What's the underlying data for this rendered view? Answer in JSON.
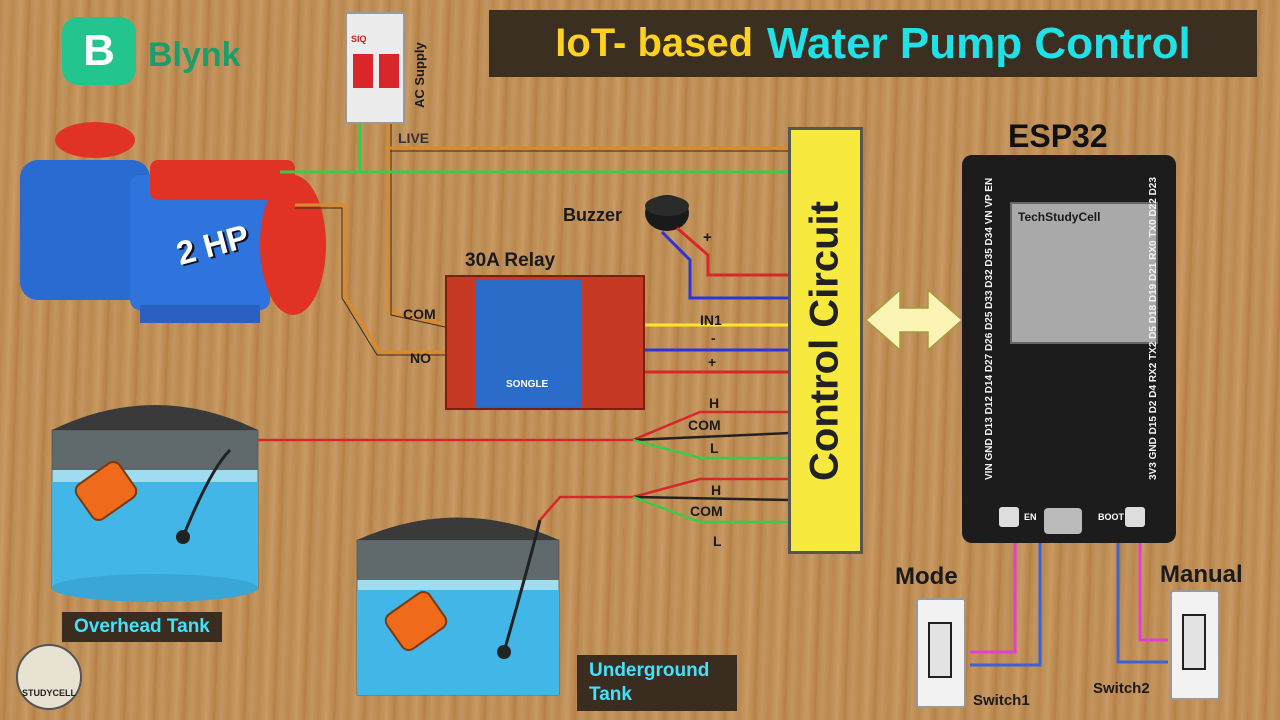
{
  "brand": {
    "logo_letter": "B",
    "name": "Blynk"
  },
  "title": {
    "part1": "IoT- based",
    "part2": "Water Pump Control"
  },
  "mcb": {
    "label": "AC Supply",
    "brand": "SIQ"
  },
  "pump": {
    "rating": "2 HP"
  },
  "relay": {
    "label": "30A Relay",
    "com": "COM",
    "no": "NO",
    "brand": "SONGLE"
  },
  "buzzer": {
    "label": "Buzzer",
    "plus": "+"
  },
  "wire_labels": {
    "live": "LIVE",
    "in1": "IN1",
    "minus": "-",
    "plus": "+"
  },
  "control": {
    "label": "Control Circuit"
  },
  "float_overhead": {
    "h": "H",
    "com": "COM",
    "l": "L"
  },
  "float_underground": {
    "h": "H",
    "com": "COM",
    "l": "L"
  },
  "esp32": {
    "title": "ESP32",
    "module_brand": "TechStudyCell",
    "en": "EN",
    "boot": "BOOT",
    "pins_left": "VIN GND D13 D12 D14 D27 D26 D25 D33 D32 D35 D34 VN VP EN",
    "pins_right": "3V3 GND D15 D2 D4 RX2 TX2 D5 D18 D19 D21 RX0 TX0 D22 D23"
  },
  "tanks": {
    "overhead": "Overhead Tank",
    "underground": "Underground Tank"
  },
  "switches": {
    "mode_title": "Mode",
    "manual_title": "Manual",
    "switch1": "Switch1",
    "switch2": "Switch2"
  },
  "logo": {
    "text": "STUDYCELL"
  },
  "colors": {
    "blynk": "#23c48e",
    "title_yellow": "#ffd21f",
    "title_cyan": "#21e0e6",
    "control_yellow": "#f7e93e",
    "tank_label_cyan": "#3fe3ff"
  }
}
